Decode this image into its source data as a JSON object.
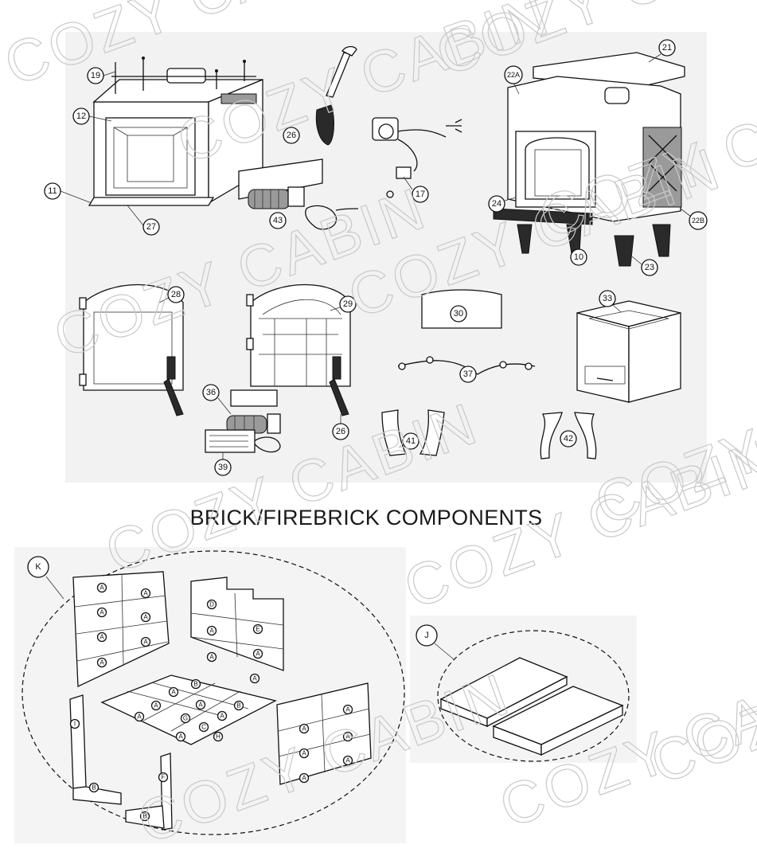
{
  "section_title": "BRICK/FIREBRICK COMPONENTS",
  "watermark_text": "COZY CABIN",
  "parts": [
    {
      "id": "p19",
      "label": "19"
    },
    {
      "id": "p12",
      "label": "12"
    },
    {
      "id": "p11",
      "label": "11"
    },
    {
      "id": "p27",
      "label": "27"
    },
    {
      "id": "p26a",
      "label": "26"
    },
    {
      "id": "p43",
      "label": "43"
    },
    {
      "id": "p17",
      "label": "17"
    },
    {
      "id": "p21",
      "label": "21"
    },
    {
      "id": "p22a",
      "label": "22A"
    },
    {
      "id": "p24",
      "label": "24"
    },
    {
      "id": "p22b",
      "label": "22B"
    },
    {
      "id": "p10",
      "label": "10"
    },
    {
      "id": "p23",
      "label": "23"
    },
    {
      "id": "p28",
      "label": "28"
    },
    {
      "id": "p29",
      "label": "29"
    },
    {
      "id": "p30",
      "label": "30"
    },
    {
      "id": "p33",
      "label": "33"
    },
    {
      "id": "p37",
      "label": "37"
    },
    {
      "id": "p36",
      "label": "36"
    },
    {
      "id": "p26b",
      "label": "26"
    },
    {
      "id": "p39",
      "label": "39"
    },
    {
      "id": "p41",
      "label": "41"
    },
    {
      "id": "p42",
      "label": "42"
    }
  ],
  "brick_groups": [
    {
      "id": "K",
      "label": "K"
    },
    {
      "id": "J",
      "label": "J"
    }
  ],
  "brick_letters": {
    "A": "A",
    "B": "B",
    "C": "C",
    "D": "D",
    "E": "E",
    "F": "F",
    "G": "G",
    "H": "H",
    "I": "I"
  },
  "colors": {
    "panel_background": "#f2f2f2",
    "line": "#111111",
    "watermark": "#c9c9c9"
  }
}
